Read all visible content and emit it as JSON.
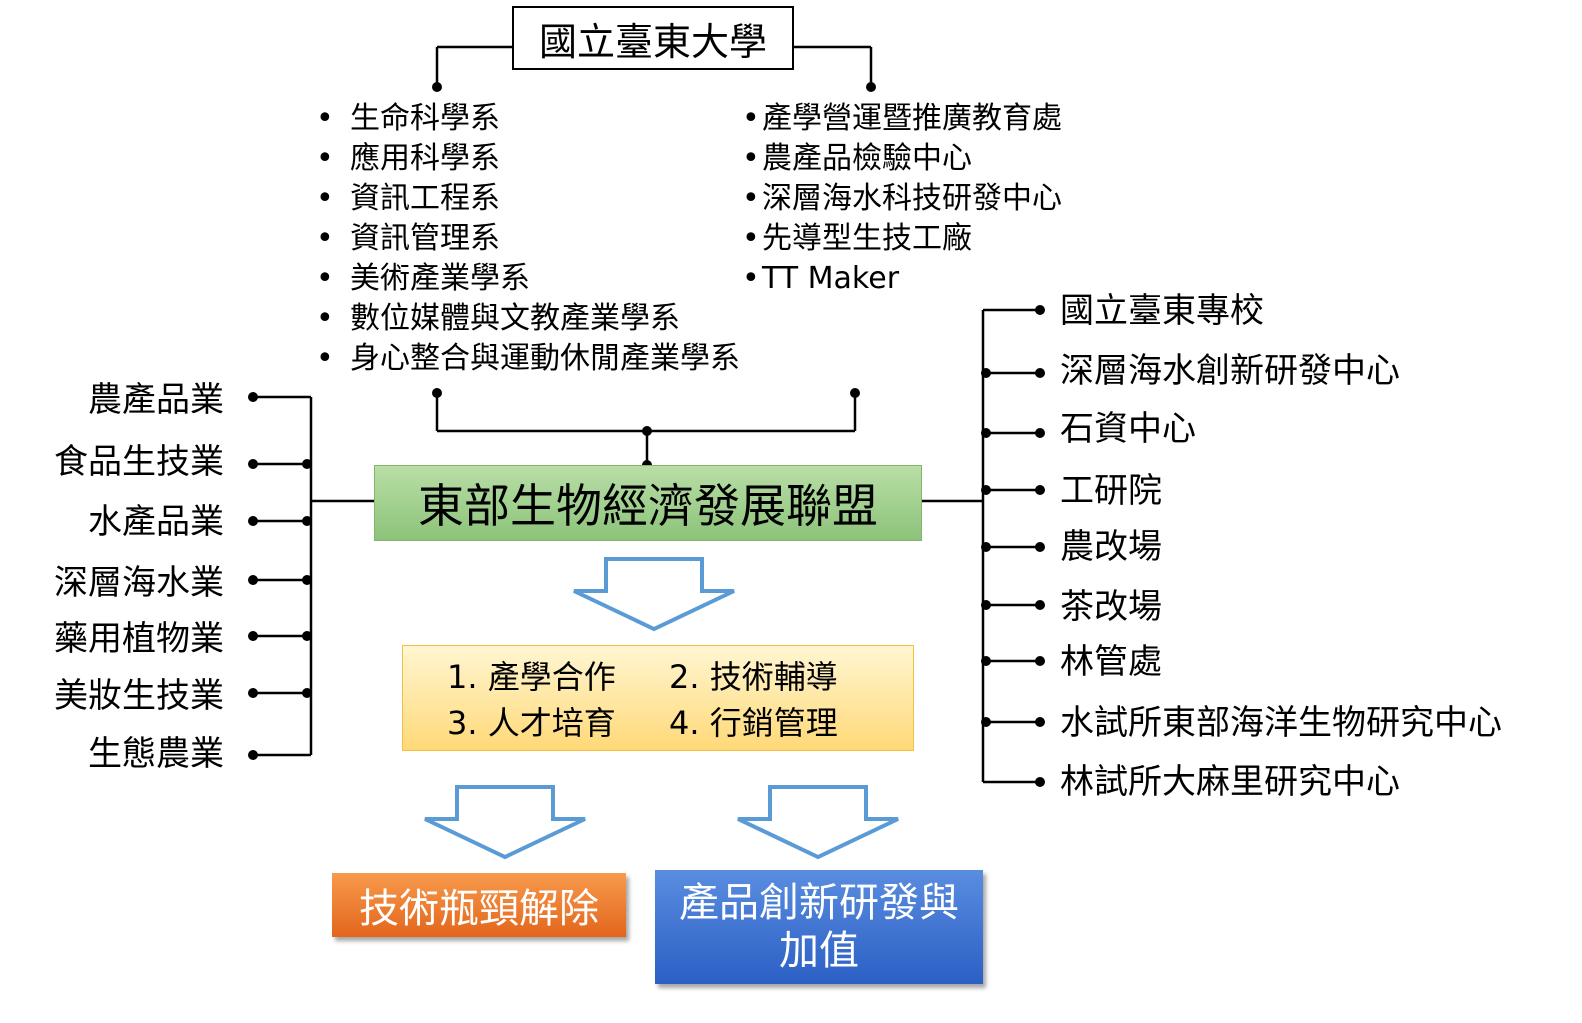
{
  "university": "國立臺東大學",
  "departments": [
    "生命科學系",
    "應用科學系",
    "資訊工程系",
    "資訊管理系",
    "美術產業學系",
    "數位媒體與文教產業學系",
    "身心整合與運動休閒產業學系"
  ],
  "offices": [
    "產學營運暨推廣教育處",
    "農產品檢驗中心",
    "深層海水科技研發中心",
    "先導型生技工廠",
    "TT Maker"
  ],
  "alliance": "東部生物經濟發展聯盟",
  "industries": [
    "農產品業",
    "食品生技業",
    "水產品業",
    "深層海水業",
    "藥用植物業",
    "美妝生技業",
    "生態農業"
  ],
  "institutes": [
    "國立臺東專校",
    "深層海水創新研發中心",
    "石資中心",
    "工研院",
    "農改場",
    "茶改場",
    "林管處",
    "水試所東部海洋生物研究中心",
    "林試所大麻里研究中心"
  ],
  "cooperation": {
    "item1": "1.  產學合作",
    "item2": "2. 技術輔導",
    "item3": "3. 人才培育",
    "item4": "4. 行銷管理"
  },
  "outcomes": {
    "left": "技術瓶頸解除",
    "right_line1": "產品創新研發與",
    "right_line2": "加值"
  },
  "bullet": "•"
}
